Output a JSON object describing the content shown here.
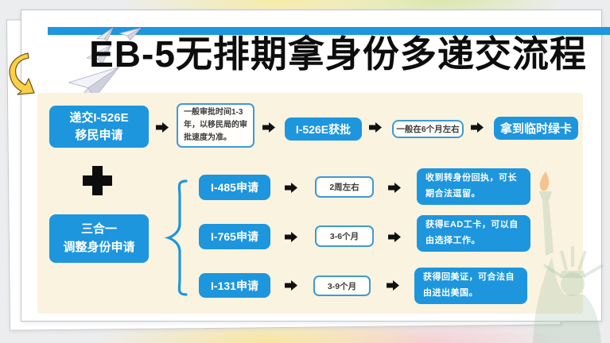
{
  "title": "EB-5无排期拿身份多递交流程",
  "colors": {
    "accent_blue": "#1d96dd",
    "panel_cream": "#faf3df",
    "arrow_black": "#111111",
    "highlight_yellow": "#f9cf4b",
    "statue_green": "#9dbfa4",
    "flame_orange": "#f09a4a"
  },
  "flow": {
    "step1": "递交I-526E\n移民申请",
    "note1": "一般审批时间1-3\n年，以移民局的审\n批速度为准。",
    "step2": "I-526E获批",
    "note2": "一般在6个月左右",
    "step3": "拿到临时绿卡",
    "combo": "三合一\n调整身份申请",
    "sub_rows": [
      {
        "form": "I-485申请",
        "time": "2周左右",
        "result": "收到转身份回执，可长\n期合法逗留。"
      },
      {
        "form": "I-765申请",
        "time": "3-6个月",
        "result": "获得EAD工卡，可以自\n由选择工作。"
      },
      {
        "form": "I-131申请",
        "time": "3-9个月",
        "result": "获得回美证，可合法自\n由进出美国。"
      }
    ]
  }
}
